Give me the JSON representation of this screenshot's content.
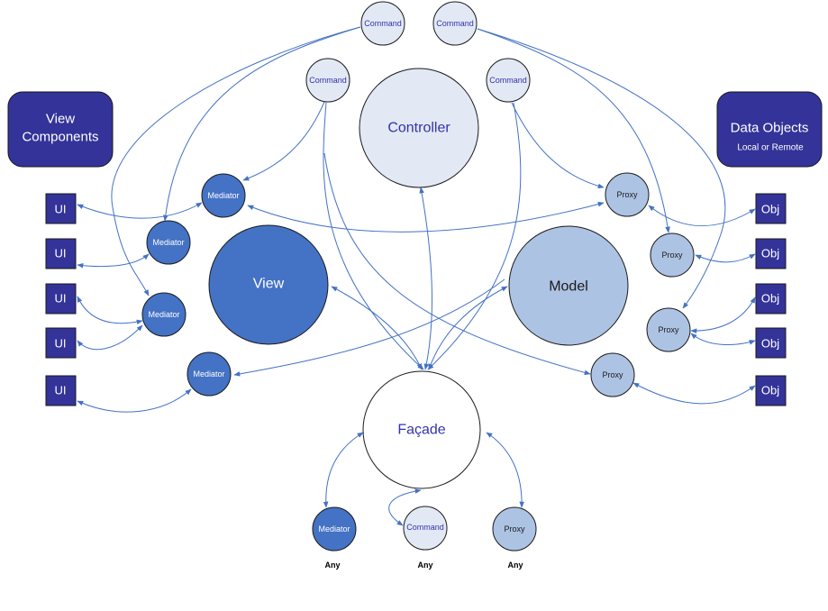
{
  "colors": {
    "command_fill": "#e2e9f5",
    "command_text": "#3333aa",
    "controller_fill": "#e2e9f5",
    "controller_text": "#3333aa",
    "mediator_fill": "#4472c4",
    "mediator_text": "#ffffff",
    "view_fill": "#4472c4",
    "view_text": "#ffffff",
    "proxy_fill": "#adc3e3",
    "proxy_text": "#1a1a1a",
    "model_fill": "#adc3e3",
    "model_text": "#1a1a1a",
    "facade_fill": "#ffffff",
    "facade_text": "#3333aa",
    "box_fill": "#333399",
    "edge": "#4472c4"
  },
  "groups": {
    "view_components": {
      "line1": "View",
      "line2": "Components"
    },
    "data_objects": {
      "title": "Data Objects",
      "subtitle": "Local or Remote"
    }
  },
  "nodes": {
    "command_top_left": "Command",
    "command_top_right": "Command",
    "command_mid_left": "Command",
    "command_mid_right": "Command",
    "controller": "Controller",
    "view": "View",
    "model": "Model",
    "facade": "Façade",
    "mediator_1": "Mediator",
    "mediator_2": "Mediator",
    "mediator_3": "Mediator",
    "mediator_4": "Mediator",
    "proxy_1": "Proxy",
    "proxy_2": "Proxy",
    "proxy_3": "Proxy",
    "proxy_4": "Proxy",
    "any_mediator": "Mediator",
    "any_command": "Command",
    "any_proxy": "Proxy"
  },
  "ui_boxes": [
    "UI",
    "UI",
    "UI",
    "UI",
    "UI"
  ],
  "obj_boxes": [
    "Obj",
    "Obj",
    "Obj",
    "Obj",
    "Obj"
  ],
  "any_labels": [
    "Any",
    "Any",
    "Any"
  ]
}
